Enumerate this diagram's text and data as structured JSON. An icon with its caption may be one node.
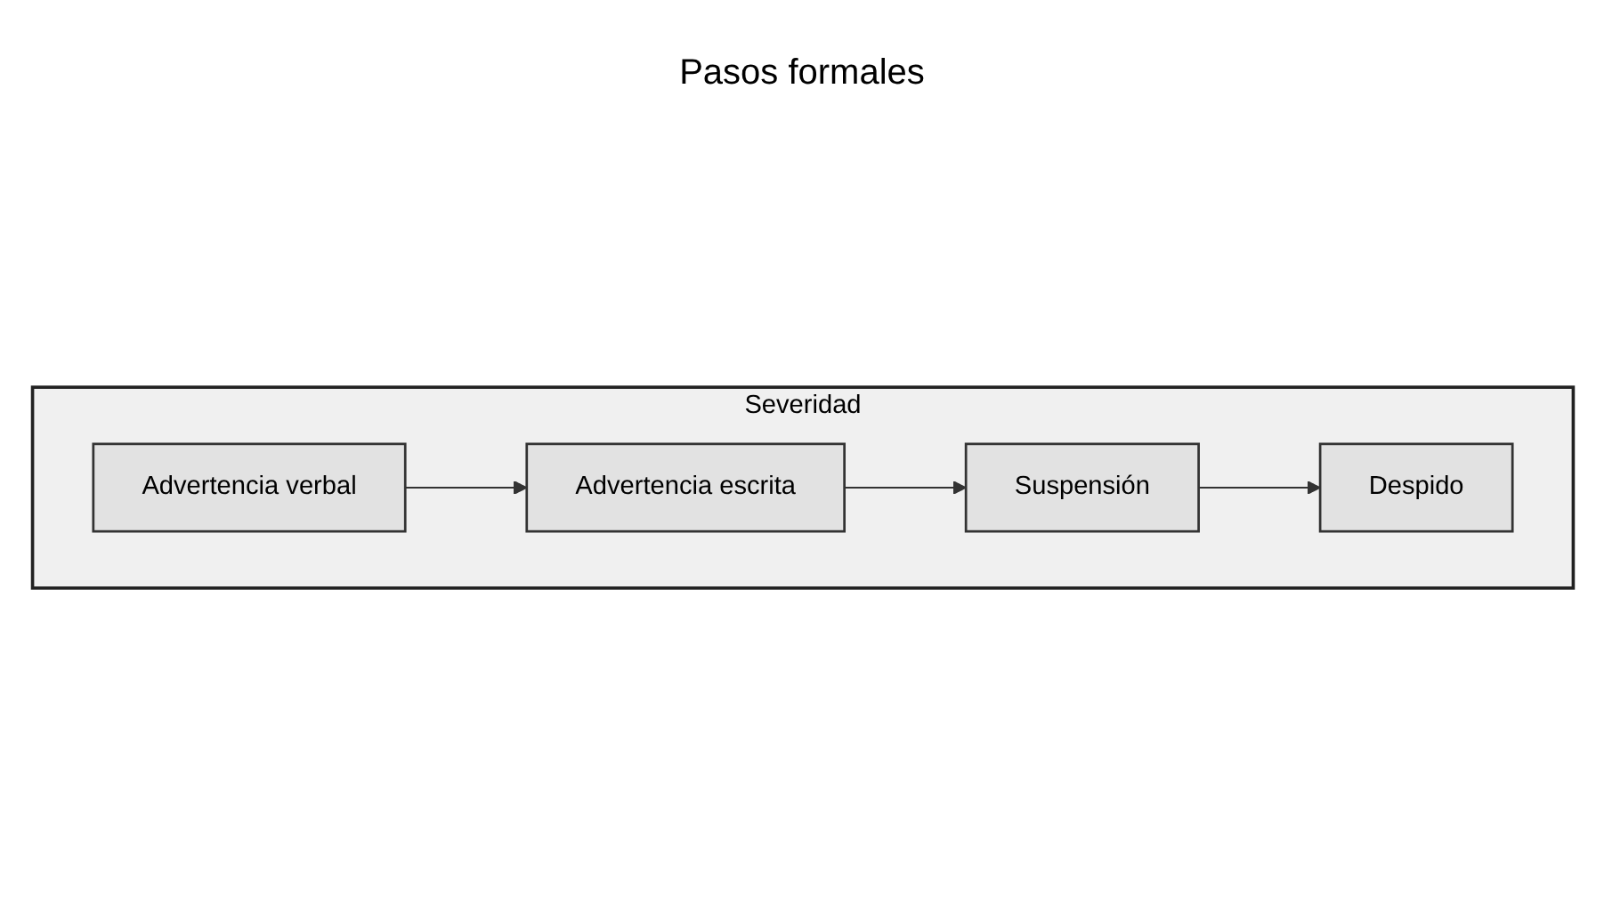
{
  "diagram": {
    "nodes": [
      {
        "text": [
          "Severidad"
        ]
      },
      {
        "text": [
          "Advertencia verbal"
        ],
        "in": 0
      },
      {
        "text": [
          "Advertencia escrita"
        ],
        "in": 0
      },
      {
        "text": [
          "Suspensión"
        ],
        "in": 0
      },
      {
        "text": [
          "Despido"
        ],
        "in": 0
      }
    ],
    "edges": [
      {
        "from": 1,
        "to": 2,
        "arrow": "to"
      },
      {
        "from": 2,
        "to": 3,
        "arrow": "to"
      },
      {
        "from": 3,
        "to": 4,
        "arrow": "to"
      }
    ],
    "labels": [
      "Pasos formales"
    ]
  }
}
